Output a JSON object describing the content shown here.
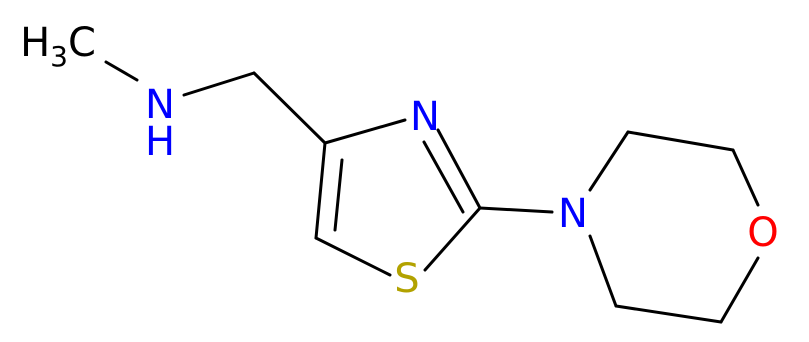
{
  "molecule": {
    "atoms": {
      "methyl": {
        "main": "H",
        "sub": "3",
        "tail": "C",
        "color": "#000000"
      },
      "amine_n": {
        "label": "N",
        "color": "#0000ff"
      },
      "amine_h": {
        "label": "H",
        "color": "#0000ff"
      },
      "thiazole_n": {
        "label": "N",
        "color": "#0000ff"
      },
      "thiazole_s": {
        "label": "S",
        "color": "#b2a200"
      },
      "morpholine_n": {
        "label": "N",
        "color": "#0000ff"
      },
      "morpholine_o": {
        "label": "O",
        "color": "#ff0000"
      }
    }
  }
}
